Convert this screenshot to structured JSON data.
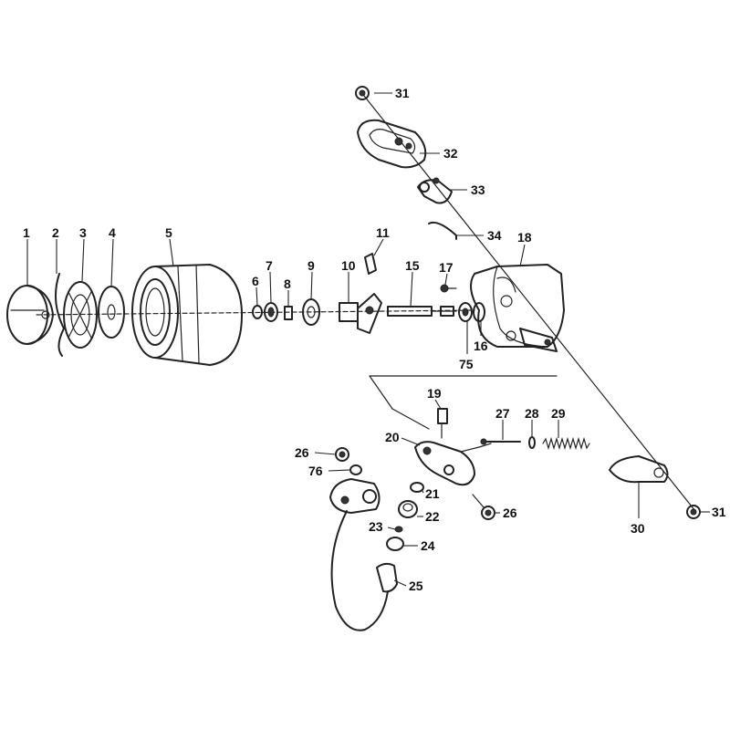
{
  "labels": [
    {
      "id": "p1",
      "text": "1"
    },
    {
      "id": "p2",
      "text": "2"
    },
    {
      "id": "p3",
      "text": "3"
    },
    {
      "id": "p4",
      "text": "4"
    },
    {
      "id": "p5",
      "text": "5"
    },
    {
      "id": "p6",
      "text": "6"
    },
    {
      "id": "p7",
      "text": "7"
    },
    {
      "id": "p8",
      "text": "8"
    },
    {
      "id": "p9",
      "text": "9"
    },
    {
      "id": "p10",
      "text": "10"
    },
    {
      "id": "p11",
      "text": "11"
    },
    {
      "id": "p15",
      "text": "15"
    },
    {
      "id": "p16",
      "text": "16"
    },
    {
      "id": "p17",
      "text": "17"
    },
    {
      "id": "p18",
      "text": "18"
    },
    {
      "id": "p19",
      "text": "19"
    },
    {
      "id": "p20",
      "text": "20"
    },
    {
      "id": "p21",
      "text": "21"
    },
    {
      "id": "p22",
      "text": "22"
    },
    {
      "id": "p23",
      "text": "23"
    },
    {
      "id": "p24",
      "text": "24"
    },
    {
      "id": "p25",
      "text": "25"
    },
    {
      "id": "p26a",
      "text": "26"
    },
    {
      "id": "p26b",
      "text": "26"
    },
    {
      "id": "p27",
      "text": "27"
    },
    {
      "id": "p28",
      "text": "28"
    },
    {
      "id": "p29",
      "text": "29"
    },
    {
      "id": "p30",
      "text": "30"
    },
    {
      "id": "p31a",
      "text": "31"
    },
    {
      "id": "p31b",
      "text": "31"
    },
    {
      "id": "p32",
      "text": "32"
    },
    {
      "id": "p33",
      "text": "33"
    },
    {
      "id": "p34",
      "text": "34"
    },
    {
      "id": "p75",
      "text": "75"
    },
    {
      "id": "p76",
      "text": "76"
    }
  ]
}
